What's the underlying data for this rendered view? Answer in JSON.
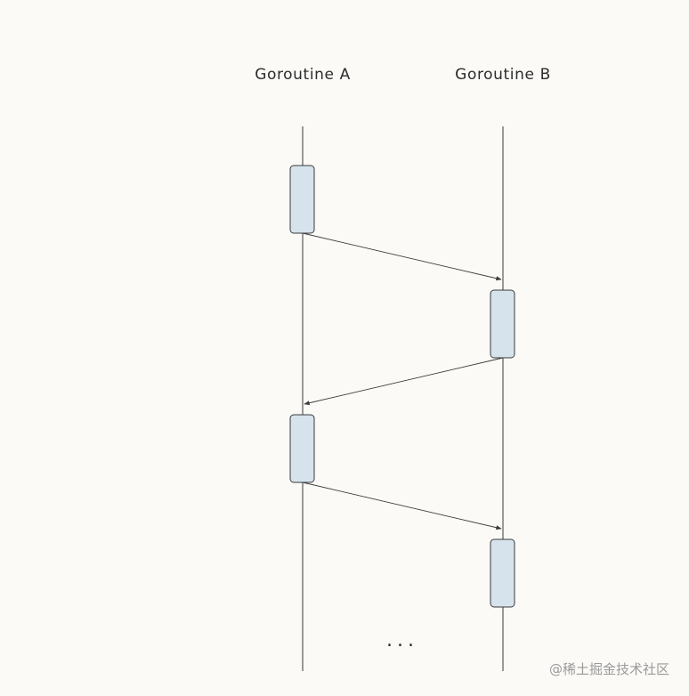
{
  "lanes": [
    {
      "id": "a",
      "title": "Goroutine A"
    },
    {
      "id": "b",
      "title": "Goroutine B"
    }
  ],
  "activations": [
    {
      "lane": "a",
      "step": 1
    },
    {
      "lane": "b",
      "step": 2
    },
    {
      "lane": "a",
      "step": 3
    },
    {
      "lane": "b",
      "step": 4
    }
  ],
  "messages": [
    {
      "from": "a",
      "to": "b",
      "after_step": 1
    },
    {
      "from": "b",
      "to": "a",
      "after_step": 2
    },
    {
      "from": "a",
      "to": "b",
      "after_step": 3
    }
  ],
  "continuation_text": "...",
  "watermark_text": "@稀土掘金技术社区",
  "colors": {
    "activation_fill": "#d6e3ec",
    "line": "#3a3a3a",
    "background": "#fbfaf7"
  }
}
